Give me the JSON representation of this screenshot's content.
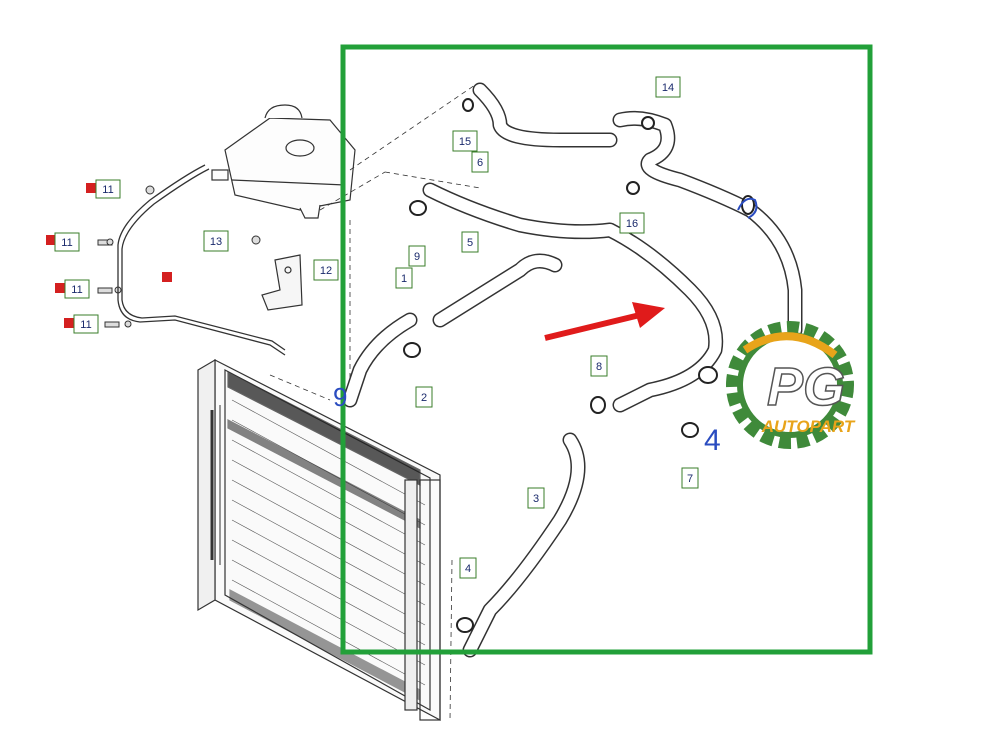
{
  "callouts": {
    "c1": "1",
    "c2": "2",
    "c3": "3",
    "c4": "4",
    "c5": "5",
    "c6": "6",
    "c7": "7",
    "c8": "8",
    "c9": "9",
    "c11a": "11",
    "c11b": "11",
    "c11c": "11",
    "c11d": "11",
    "c12": "12",
    "c13": "13",
    "c14": "14",
    "c15": "15",
    "c16": "16"
  },
  "handwritten": {
    "nine": "9",
    "four": "4"
  },
  "logo": {
    "letters": "PG",
    "name": "AUTOPART"
  },
  "colors": {
    "highlight_box": "#22a039",
    "arrow": "#e01b1b",
    "callout_border": "#3a7d2a",
    "marker": "#d42020",
    "logo_gold": "#e8a41a",
    "logo_green": "#3f8a3a",
    "handwriting": "#2a4cc0"
  }
}
